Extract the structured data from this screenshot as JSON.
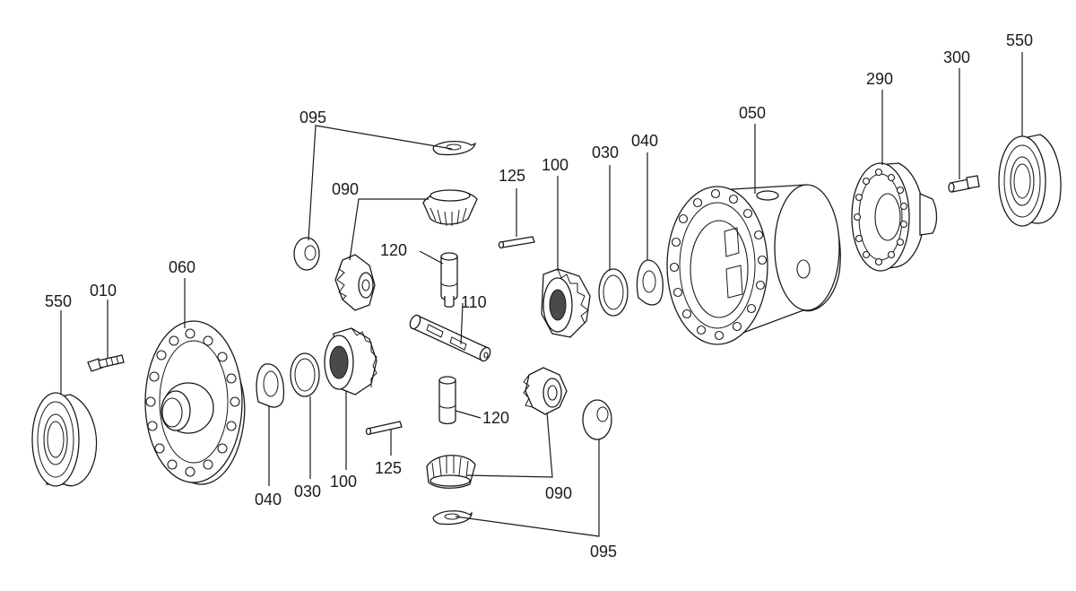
{
  "labels": {
    "l550_left": "550",
    "l010": "010",
    "l060": "060",
    "l040_left": "040",
    "l030_left": "030",
    "l100_left": "100",
    "l125_left": "125",
    "l095_top": "095",
    "l090_top": "090",
    "l120_top": "120",
    "l110": "110",
    "l120_bottom": "120",
    "l090_bottom": "090",
    "l095_bottom": "095",
    "l125_right": "125",
    "l100_right": "100",
    "l030_right": "030",
    "l040_right": "040",
    "l050": "050",
    "l290": "290",
    "l300": "300",
    "l550_right": "550"
  }
}
